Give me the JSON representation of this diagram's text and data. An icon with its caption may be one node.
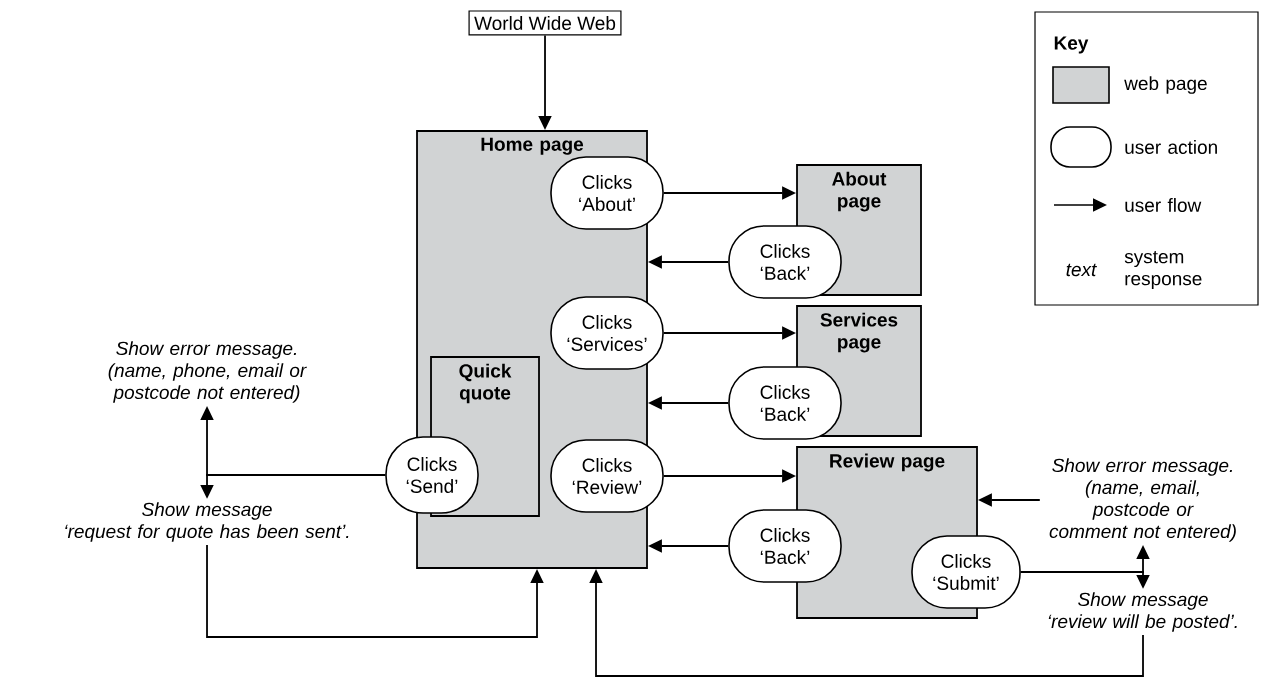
{
  "diagram": {
    "nodes": [
      {
        "text": [
          "World Wide Web"
        ]
      },
      {
        "text": [
          "Home page"
        ]
      },
      {
        "text": [
          "Quick quote"
        ],
        "in": 1
      },
      {
        "text": [
          "Clicks ‘Send’"
        ]
      },
      {
        "text": [
          "Clicks ‘About’"
        ],
        "in": 1
      },
      {
        "text": [
          "About page"
        ]
      },
      {
        "text": [
          "Clicks ‘Back’"
        ]
      },
      {
        "text": [
          "Clicks ‘Services’"
        ],
        "in": 1
      },
      {
        "text": [
          "Services page"
        ]
      },
      {
        "text": [
          "Clicks ‘Back’"
        ]
      },
      {
        "text": [
          "Clicks ‘Review’"
        ],
        "in": 1
      },
      {
        "text": [
          "Review page"
        ]
      },
      {
        "text": [
          "Clicks ‘Back’"
        ]
      },
      {
        "text": [
          "Clicks ‘Submit’"
        ]
      },
      {
        "text": [
          "Show error message.",
          "(name, phone, email or postcode not entered)"
        ]
      },
      {
        "text": [
          "Show message",
          "‘request for quote has been sent’."
        ]
      },
      {
        "text": [
          "Show error message.",
          "(name, email, postcode or comment not entered)"
        ]
      },
      {
        "text": [
          "Show message",
          "‘review will be posted’."
        ]
      }
    ],
    "edges": [
      {
        "from": 0,
        "to": 1,
        "arrow": "to"
      },
      {
        "from": 4,
        "to": 5,
        "arrow": "to"
      },
      {
        "from": 6,
        "to": 1,
        "arrow": "to"
      },
      {
        "from": 7,
        "to": 8,
        "arrow": "to"
      },
      {
        "from": 9,
        "to": 1,
        "arrow": "to"
      },
      {
        "from": 10,
        "to": 11,
        "arrow": "to"
      },
      {
        "from": 12,
        "to": 1,
        "arrow": "to"
      },
      {
        "from": 3,
        "to": 14,
        "arrow": "to"
      },
      {
        "from": 3,
        "to": 15,
        "arrow": "to"
      },
      {
        "from": 15,
        "to": 1,
        "arrow": "to"
      },
      {
        "from": 13,
        "to": 16,
        "arrow": "to"
      },
      {
        "from": 13,
        "to": 17,
        "arrow": "to"
      },
      {
        "from": 16,
        "to": 11,
        "arrow": "to"
      },
      {
        "from": 17,
        "to": 1,
        "arrow": "to"
      }
    ],
    "labels": [
      "Key",
      "text"
    ],
    "legend": [
      {
        "text": "web page",
        "color": "#d1d3d4"
      },
      {
        "text": "user action"
      },
      {
        "text": "user flow"
      },
      {
        "text": "system response"
      }
    ]
  }
}
